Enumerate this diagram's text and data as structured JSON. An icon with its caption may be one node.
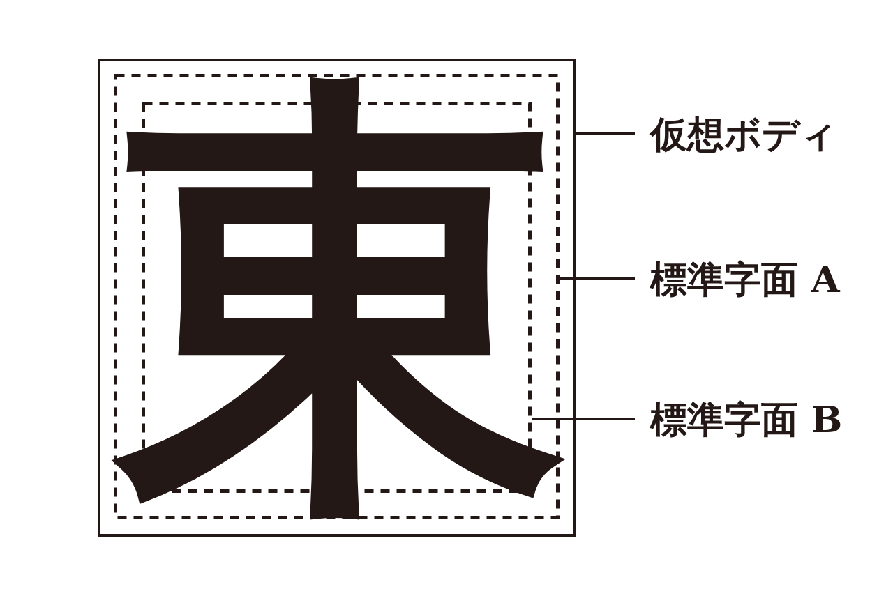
{
  "diagram": {
    "nodes": [
      {
        "text": [],
        "shape": "box"
      },
      {
        "text": [],
        "shape": "box",
        "in": 0
      },
      {
        "text": [],
        "shape": "box",
        "in": 1
      },
      {
        "text": [
          "仮想ボディ"
        ]
      },
      {
        "text": [
          "標準字面 A"
        ]
      },
      {
        "text": [
          "標準字面 B"
        ]
      }
    ],
    "edges": [
      {
        "from": 3,
        "to": 0,
        "arrow": "none"
      },
      {
        "from": 4,
        "to": 1,
        "arrow": "none"
      },
      {
        "from": 5,
        "to": 2,
        "arrow": "none"
      }
    ],
    "labels": [
      "東"
    ]
  }
}
